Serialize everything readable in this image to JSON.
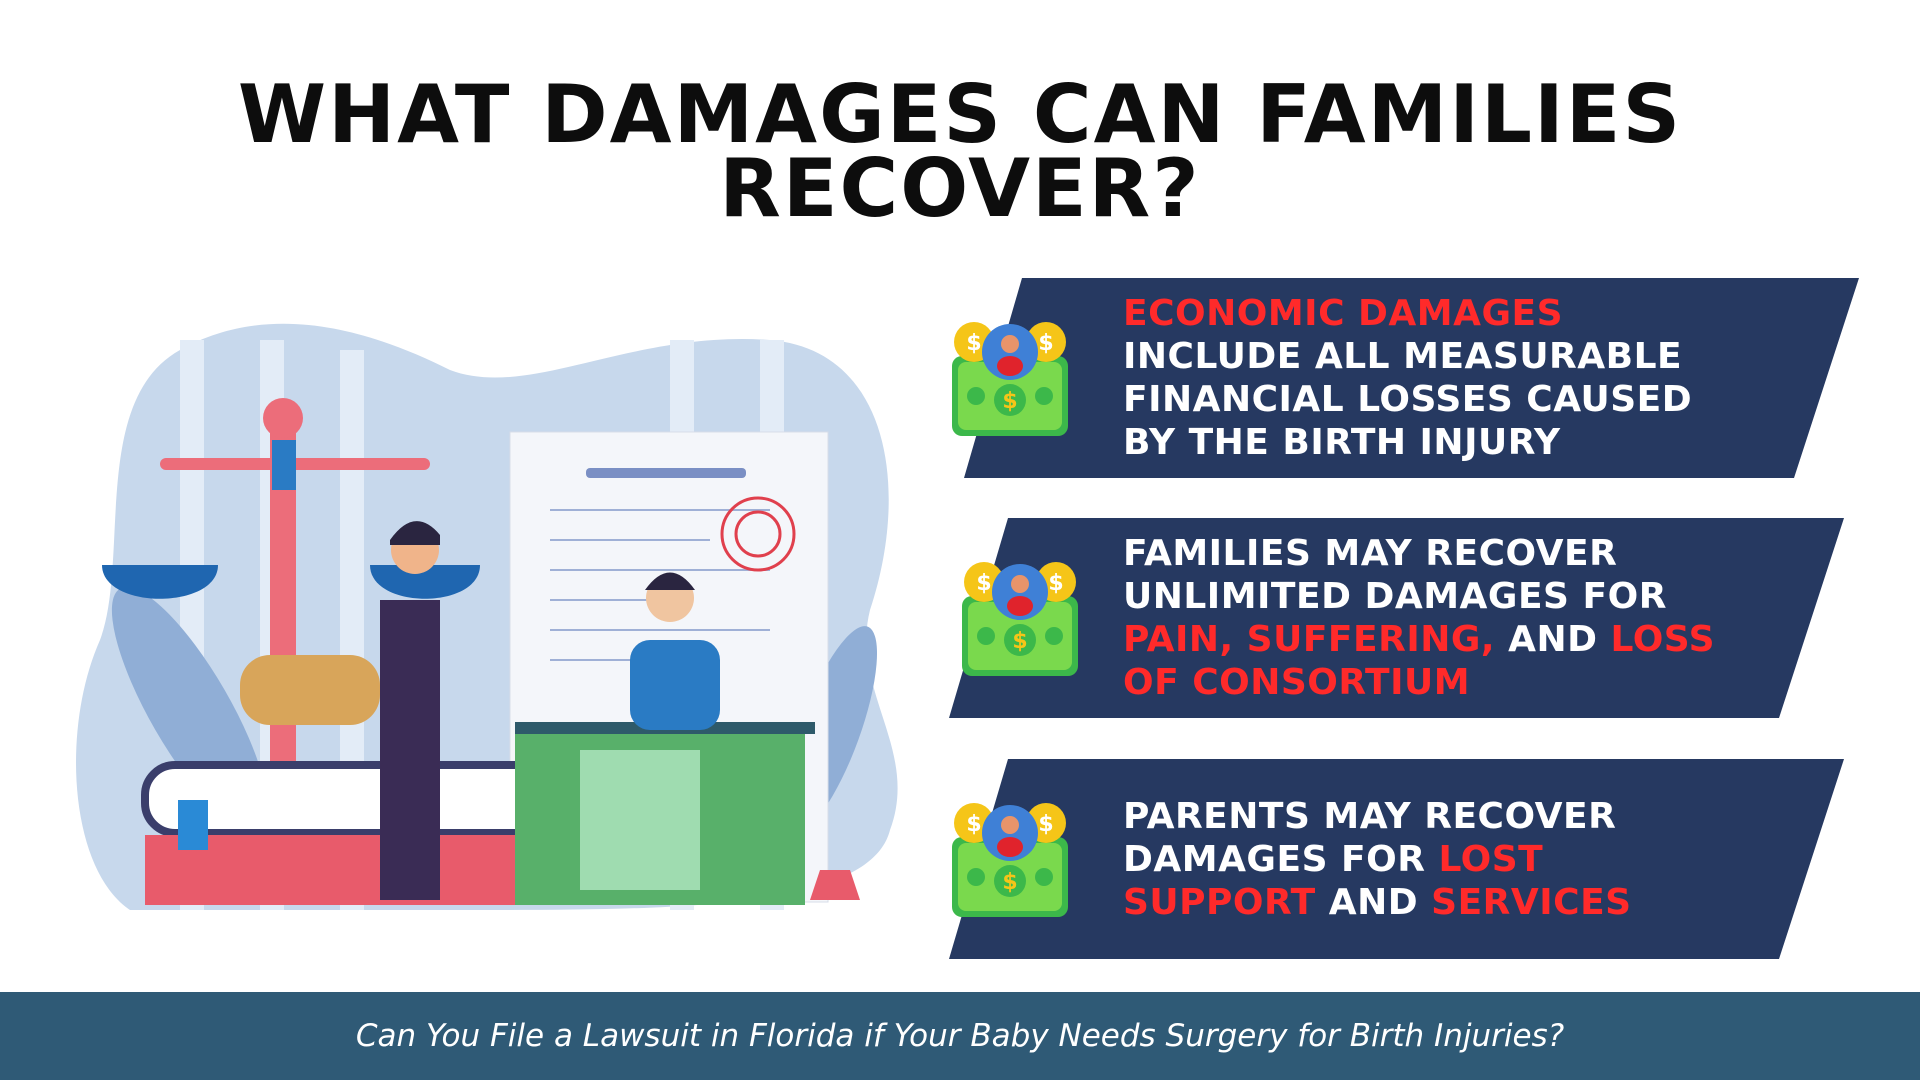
{
  "title": {
    "line1": "WHAT DAMAGES CAN FAMILIES",
    "line2": "RECOVER?"
  },
  "colors": {
    "panel": "#263961",
    "highlight": "#ff2a2a",
    "footer": "#2f5a76"
  },
  "panels": [
    {
      "icon": "money-person-icon",
      "lines": [
        [
          {
            "t": "ECONOMIC DAMAGES",
            "hl": true
          }
        ],
        [
          {
            "t": "INCLUDE ALL MEASURABLE",
            "hl": false
          }
        ],
        [
          {
            "t": "FINANCIAL LOSSES CAUSED",
            "hl": false
          }
        ],
        [
          {
            "t": "BY THE BIRTH INJURY",
            "hl": false
          }
        ]
      ]
    },
    {
      "icon": "money-person-icon",
      "lines": [
        [
          {
            "t": "FAMILIES MAY RECOVER",
            "hl": false
          }
        ],
        [
          {
            "t": "UNLIMITED DAMAGES FOR",
            "hl": false
          }
        ],
        [
          {
            "t": "PAIN, SUFFERING,",
            "hl": true
          },
          {
            "t": " AND ",
            "hl": false
          },
          {
            "t": "LOSS",
            "hl": true
          }
        ],
        [
          {
            "t": "OF CONSORTIUM",
            "hl": true
          }
        ]
      ]
    },
    {
      "icon": "money-person-icon",
      "lines": [
        [
          {
            "t": "PARENTS MAY RECOVER",
            "hl": false
          }
        ],
        [
          {
            "t": "DAMAGES FOR ",
            "hl": false
          },
          {
            "t": "LOST",
            "hl": true
          }
        ],
        [
          {
            "t": "SUPPORT",
            "hl": true
          },
          {
            "t": " AND ",
            "hl": false
          },
          {
            "t": "SERVICES",
            "hl": true
          }
        ]
      ]
    }
  ],
  "footer": {
    "text": "Can You File a Lawsuit in Florida if Your Baby Needs Surgery for Birth Injuries?"
  }
}
